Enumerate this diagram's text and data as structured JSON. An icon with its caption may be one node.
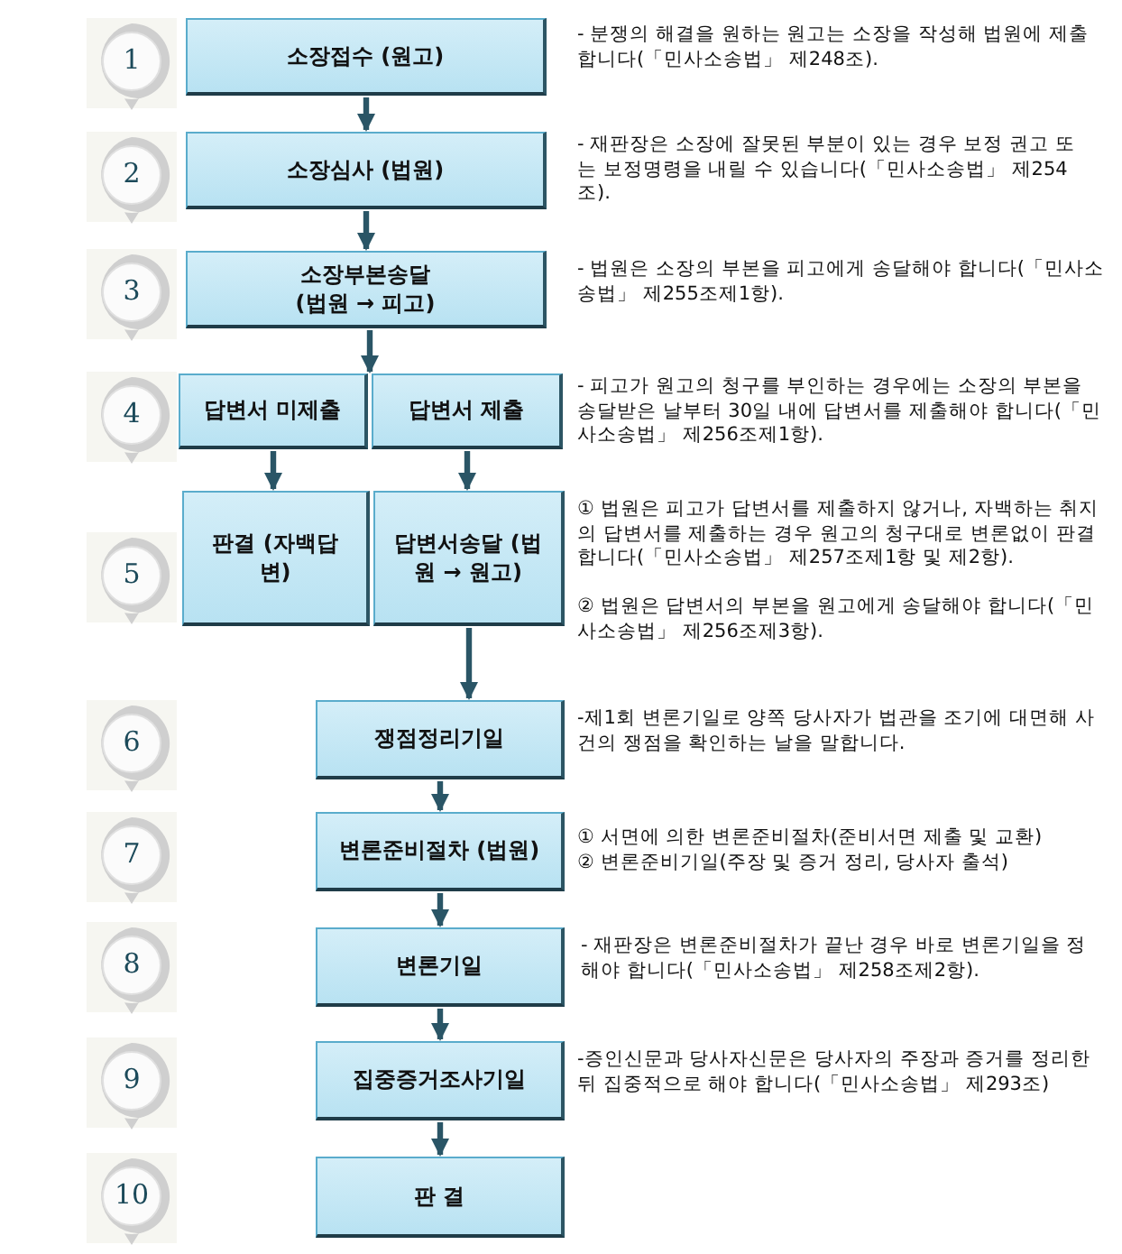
{
  "diagram": {
    "nodes": [
      {
        "text": [
          "1"
        ]
      },
      {
        "text": [
          "소장접수 (원고)"
        ]
      },
      {
        "text": [
          "2"
        ]
      },
      {
        "text": [
          "소장심사 (법원)"
        ]
      },
      {
        "text": [
          "3"
        ]
      },
      {
        "text": [
          "소장부본송달 (법원 → 피고)"
        ]
      },
      {
        "text": [
          "4"
        ]
      },
      {
        "text": [
          "답변서 미제출"
        ]
      },
      {
        "text": [
          "답변서 제출"
        ]
      },
      {
        "text": [
          "5"
        ]
      },
      {
        "text": [
          "판결 (자백답변)"
        ]
      },
      {
        "text": [
          "답변서송달 (법원 → 원고)"
        ]
      },
      {
        "text": [
          "6"
        ]
      },
      {
        "text": [
          "쟁점정리기일"
        ]
      },
      {
        "text": [
          "7"
        ]
      },
      {
        "text": [
          "변론준비절차 (법원)"
        ]
      },
      {
        "text": [
          "8"
        ]
      },
      {
        "text": [
          "변론기일"
        ]
      },
      {
        "text": [
          "9"
        ]
      },
      {
        "text": [
          "집중증거조사기일"
        ]
      },
      {
        "text": [
          "10"
        ]
      },
      {
        "text": [
          "판 결"
        ]
      }
    ],
    "edges": [
      {
        "from": 1,
        "to": 3,
        "arrow": "to"
      },
      {
        "from": 3,
        "to": 5,
        "arrow": "to"
      },
      {
        "from": 5,
        "to": 7,
        "arrow": "to"
      },
      {
        "from": 5,
        "to": 8,
        "arrow": "to"
      },
      {
        "from": 7,
        "to": 10,
        "arrow": "to"
      },
      {
        "from": 8,
        "to": 11,
        "arrow": "to"
      },
      {
        "from": 11,
        "to": 13,
        "arrow": "to"
      },
      {
        "from": 13,
        "to": 15,
        "arrow": "to"
      },
      {
        "from": 15,
        "to": 17,
        "arrow": "to"
      },
      {
        "from": 17,
        "to": 19,
        "arrow": "to"
      },
      {
        "from": 19,
        "to": 21,
        "arrow": "to"
      }
    ],
    "labels": [
      "- 분쟁의 해결을 원하는 원고는 소장을 작성해 법원에 제출합니다(「민사소송법」 제248조).",
      "- 재판장은 소장에 잘못된 부분이 있는 경우 보정 권고 또는 보정명령을 내릴 수 있습니다(「민사소송법」 제254조).",
      "- 법원은 소장의 부본을 피고에게 송달해야 합니다(「민사소송법」 제255조제1항).",
      "- 피고가 원고의 청구를 부인하는 경우에는 소장의 부본을 송달받은 날부터 30일 내에 답변서를 제출해야 합니다(「민사소송법」 제256조제1항).",
      "① 법원은 피고가 답변서를 제출하지 않거나, 자백하는 취지의 답변서를 제출하는 경우 원고의 청구대로 변론없이 판결합니다(「민사소송법」 제257조제1항 및 제2항).",
      "② 법원은 답변서의 부본을 원고에게 송달해야 합니다(「민사소송법」 제256조제3항).",
      "-제1회 변론기일로 양쪽 당사자가 법관을 조기에 대면해 사건의 쟁점을 확인하는 날을 말합니다.",
      "① 서면에 의한 변론준비절차(준비서면 제출 및 교환)",
      "② 변론준비기일(주장 및 증거 정리, 당사자 출석)",
      "- 재판장은 변론준비절차가 끝난 경우 바로 변론기일을 정해야 합니다(「민사소송법」 제258조제2항).",
      "-증인신문과 당사자신문은 당사자의 주장과 증거를 정리한 뒤 집중적으로 해야 합니다(「민사소송법」 제293조)"
    ]
  }
}
